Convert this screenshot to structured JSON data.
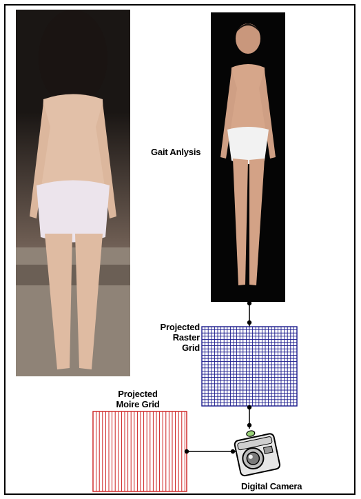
{
  "labels": {
    "gait": "Gait Anlysis",
    "raster": "Projected\nRaster Grid",
    "moire": "Projected\nMoire Grid",
    "camera": "Digital Camera"
  },
  "colors": {
    "raster_grid": "#1a1a8c",
    "moire_grid": "#cc1f1f",
    "connector": "#000000"
  },
  "icons": {
    "camera": "digital-camera-icon"
  }
}
